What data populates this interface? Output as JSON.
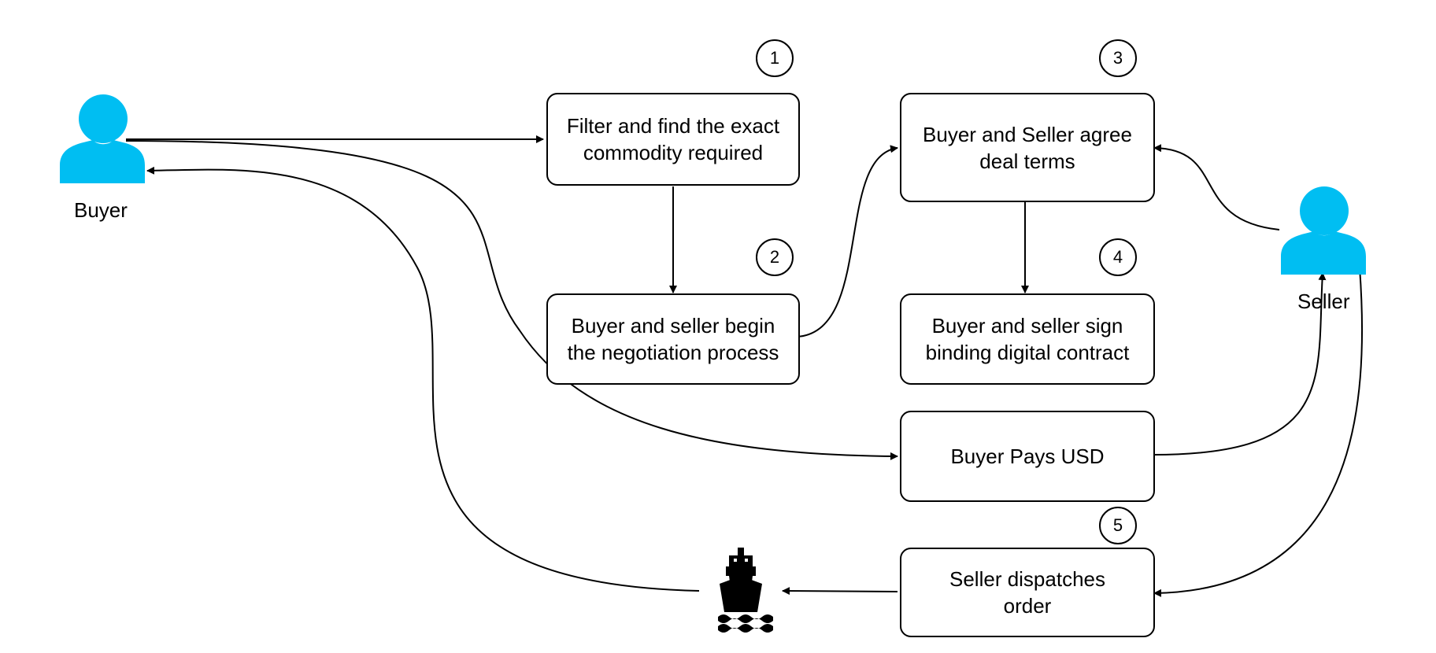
{
  "diagram": {
    "actors": {
      "buyer": {
        "label": "Buyer",
        "icon": "user-icon",
        "color": "#00bef2"
      },
      "seller": {
        "label": "Seller",
        "icon": "user-icon",
        "color": "#00bef2"
      }
    },
    "steps": {
      "filter": {
        "number": "1",
        "text": "Filter and find the exact\ncommodity required"
      },
      "negotiate": {
        "number": "2",
        "text": "Buyer and seller begin\nthe negotiation process"
      },
      "agree": {
        "number": "3",
        "text": "Buyer and Seller agree\ndeal terms"
      },
      "sign": {
        "number": "4",
        "text": "Buyer and seller sign\nbinding digital contract"
      },
      "pay": {
        "text": "Buyer Pays USD"
      },
      "dispatch": {
        "number": "5",
        "text": "Seller dispatches\norder"
      }
    },
    "ship_icon": "ship-icon"
  }
}
